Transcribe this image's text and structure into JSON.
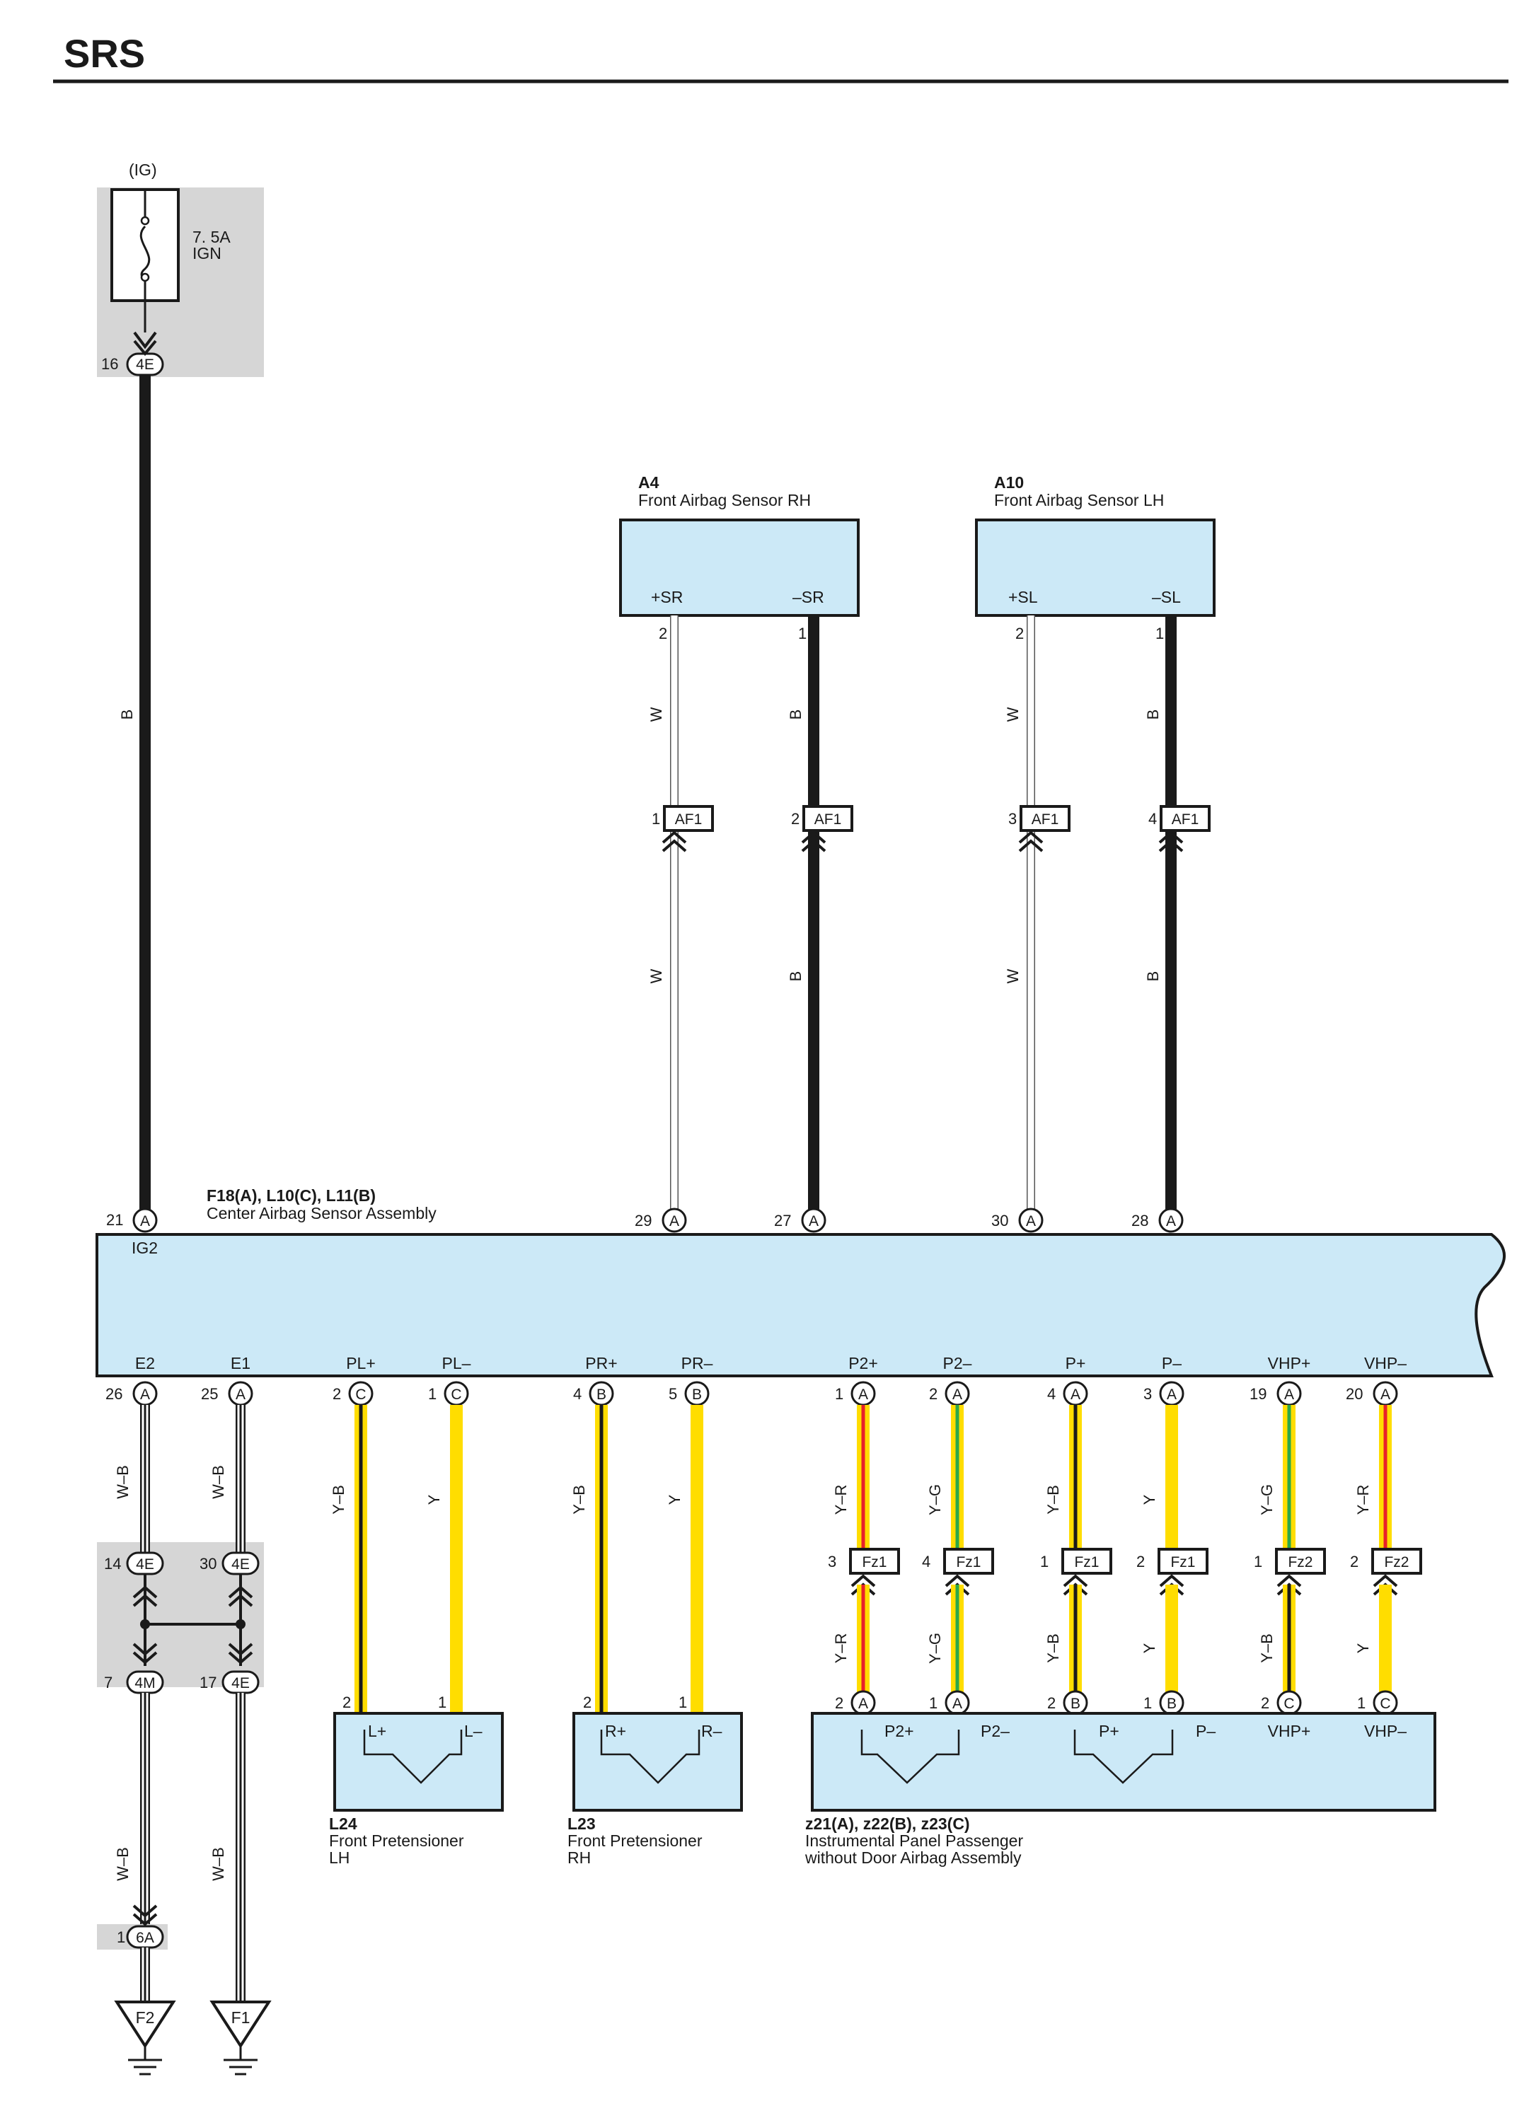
{
  "title": "SRS",
  "fuse": {
    "circuit": "(IG)",
    "rating": "7. 5A",
    "name": "IGN",
    "pin": "16",
    "connector": "4E"
  },
  "airbag_sensor_rh": {
    "code": "A4",
    "name": "Front Airbag Sensor RH",
    "plus": "+SR",
    "minus": "–SR"
  },
  "airbag_sensor_lh": {
    "code": "A10",
    "name": "Front Airbag Sensor LH",
    "plus": "+SL",
    "minus": "–SL"
  },
  "upper_wires": [
    {
      "pin_top": "2",
      "color": "W",
      "af_pin": "1",
      "af_conn": "AF1",
      "ecu_pin": "29",
      "ecu_conn": "A",
      "term": "+SR"
    },
    {
      "pin_top": "1",
      "color": "B",
      "af_pin": "2",
      "af_conn": "AF1",
      "ecu_pin": "27",
      "ecu_conn": "A",
      "term": "–SR"
    },
    {
      "pin_top": "2",
      "color": "W",
      "af_pin": "3",
      "af_conn": "AF1",
      "ecu_pin": "30",
      "ecu_conn": "A",
      "term": "+SL"
    },
    {
      "pin_top": "1",
      "color": "B",
      "af_pin": "4",
      "af_conn": "AF1",
      "ecu_pin": "28",
      "ecu_conn": "A",
      "term": "–SL"
    }
  ],
  "ig_wire": {
    "color": "B",
    "ecu_pin": "21",
    "ecu_conn": "A",
    "term": "IG2"
  },
  "ecu": {
    "code": "F18(A), L10(C), L11(B)",
    "name": "Center Airbag Sensor Assembly"
  },
  "bottom_terms": [
    {
      "term": "E2",
      "pin": "26",
      "conn": "A"
    },
    {
      "term": "E1",
      "pin": "25",
      "conn": "A"
    },
    {
      "term": "PL+",
      "pin": "2",
      "conn": "C"
    },
    {
      "term": "PL–",
      "pin": "1",
      "conn": "C"
    },
    {
      "term": "PR+",
      "pin": "4",
      "conn": "B"
    },
    {
      "term": "PR–",
      "pin": "5",
      "conn": "B"
    },
    {
      "term": "P2+",
      "pin": "1",
      "conn": "A"
    },
    {
      "term": "P2–",
      "pin": "2",
      "conn": "A"
    },
    {
      "term": "P+",
      "pin": "4",
      "conn": "A"
    },
    {
      "term": "P–",
      "pin": "3",
      "conn": "A"
    },
    {
      "term": "VHP+",
      "pin": "19",
      "conn": "A"
    },
    {
      "term": "VHP–",
      "pin": "20",
      "conn": "A"
    }
  ],
  "ground_wires": [
    {
      "color": "W–B",
      "j1_pin": "14",
      "j1_conn": "4E",
      "j2_pin": "7",
      "j2_conn": "4M",
      "j3_pin": "1",
      "j3_conn": "6A",
      "color_low": "W–B",
      "ground": "F2"
    },
    {
      "color": "W–B",
      "j1_pin": "30",
      "j1_conn": "4E",
      "j2_pin": "17",
      "j2_conn": "4E",
      "color_low": "W–B",
      "ground": "F1"
    }
  ],
  "pret_wires": [
    {
      "color": "Y–B",
      "pin": "2"
    },
    {
      "color": "Y",
      "pin": "1"
    },
    {
      "color": "Y–B",
      "pin": "2"
    },
    {
      "color": "Y",
      "pin": "1"
    }
  ],
  "pass_wires": [
    {
      "color": "Y–R",
      "fz_pin": "3",
      "fz_conn": "Fz1",
      "color_low": "Y–R",
      "pin": "2",
      "conn": "A"
    },
    {
      "color": "Y–G",
      "fz_pin": "4",
      "fz_conn": "Fz1",
      "color_low": "Y–G",
      "pin": "1",
      "conn": "A"
    },
    {
      "color": "Y–B",
      "fz_pin": "1",
      "fz_conn": "Fz1",
      "color_low": "Y–B",
      "pin": "2",
      "conn": "B"
    },
    {
      "color": "Y",
      "fz_pin": "2",
      "fz_conn": "Fz1",
      "color_low": "Y",
      "pin": "1",
      "conn": "B"
    },
    {
      "color": "Y–G",
      "fz_pin": "1",
      "fz_conn": "Fz2",
      "color_low": "Y–B",
      "pin": "2",
      "conn": "C"
    },
    {
      "color": "Y–R",
      "fz_pin": "2",
      "fz_conn": "Fz2",
      "color_low": "Y",
      "pin": "1",
      "conn": "C"
    }
  ],
  "pretensioner_lh": {
    "code": "L24",
    "name1": "Front Pretensioner",
    "name2": "LH",
    "plus": "L+",
    "minus": "L–"
  },
  "pretensioner_rh": {
    "code": "L23",
    "name1": "Front Pretensioner",
    "name2": "RH",
    "plus": "R+",
    "minus": "R–"
  },
  "passenger_airbag": {
    "code": "z21(A), z22(B), z23(C)",
    "name1": "Instrumental Panel Passenger",
    "name2": "without Door Airbag Assembly",
    "terms": [
      "P2+",
      "P2–",
      "P+",
      "P–",
      "VHP+",
      "VHP–"
    ]
  },
  "colors": {
    "component_fill": "#cce9f7",
    "splice_fill": "#d6d6d6",
    "yellow": "#ffdd00",
    "red": "#e8202a",
    "green": "#2aa84a",
    "black": "#1a1a1a"
  }
}
